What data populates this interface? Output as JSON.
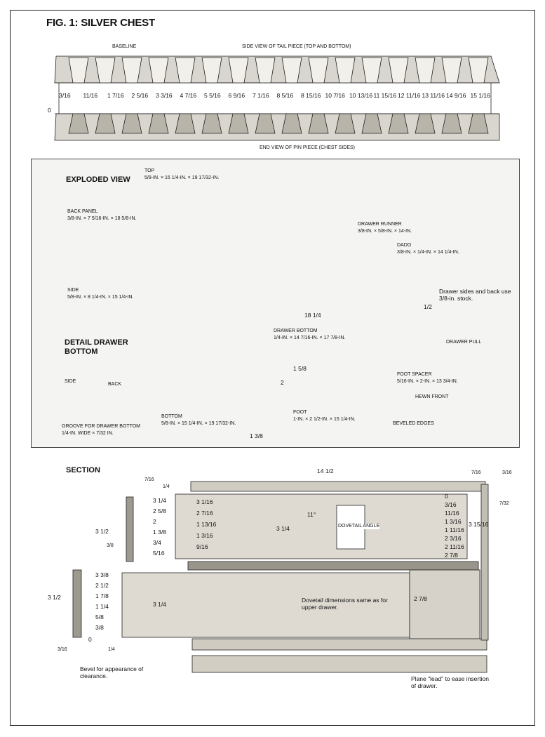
{
  "figure_title": "FIG. 1: SILVER CHEST",
  "tail_view": {
    "caption_top": "SIDE VIEW OF TAIL PIECE (TOP AND BOTTOM)",
    "caption_bottom": "END VIEW OF PIN PIECE (CHEST SIDES)",
    "baseline_label": "BASELINE",
    "zero_label": "0",
    "ticks": [
      "3/16",
      "11/16",
      "1 7/16",
      "2 5/16",
      "3 3/16",
      "4 7/16",
      "5 5/16",
      "6 9/16",
      "7 1/16",
      "8 5/16",
      "8 15/16",
      "10 7/16",
      "10 13/16",
      "11 15/16",
      "12 11/16",
      "13 11/16",
      "14 9/16",
      "15 1/16"
    ]
  },
  "exploded": {
    "heading": "EXPLODED VIEW",
    "top_label": "TOP",
    "top_dims": "5/8-IN. × 15 1/4-IN. × 19 17/32-IN.",
    "back_label": "BACK PANEL",
    "back_dims": "3/8-IN. × 7 5/16-IN. × 18 5/8-IN.",
    "side_label": "SIDE",
    "side_dims": "5/8-IN. × 8 1/4-IN. × 15 1/4-IN.",
    "runner_label": "DRAWER RUNNER",
    "runner_dims": "3/8-IN. × 5/8-IN. × 14-IN.",
    "dado_label": "DADO",
    "dado_dims": "3/8-IN. × 1/4-IN. × 14 1/4-IN.",
    "drawer_note": "Drawer sides and back use 3/8-in. stock.",
    "half": "1/2",
    "drawer_width": "18 1/4",
    "drawer_bottom_label": "DRAWER BOTTOM",
    "drawer_bottom_dims": "1/4-IN. × 14 7/16-IN. × 17 7/8-IN.",
    "drawer_pull_label": "DRAWER PULL",
    "detail_heading_1": "DETAIL DRAWER",
    "detail_heading_2": "BOTTOM",
    "detail_side": "SIDE",
    "detail_back": "BACK",
    "groove_label": "GROOVE FOR DRAWER BOTTOM",
    "groove_dims": "1/4-IN. WIDE × 7/32 IN.",
    "dim_1_5_8": "1 5/8",
    "dim_2": "2",
    "foot_spacer_label": "FOOT SPACER",
    "foot_spacer_dims": "5/16-IN. × 2-IN. × 13 3/4-IN.",
    "hewn_front": "HEWN FRONT",
    "bottom_label": "BOTTOM",
    "bottom_dims": "5/8-IN. × 15 1/4-IN. × 19 17/32-IN.",
    "foot_label": "FOOT",
    "foot_dims": "1-IN. × 2 1/2-IN. × 15 1/4-IN.",
    "beveled_edges": "BEVELED EDGES",
    "dim_1_3_8": "1 3/8"
  },
  "section": {
    "heading": "SECTION",
    "overall_width": "14 1/2",
    "top_7_16": "7/16",
    "right_7_16": "7/16",
    "right_3_16": "3/16",
    "right_7_32": "7/32",
    "left_1_4": "1/4",
    "upper_left_dims": [
      "3 1/4",
      "2 5/8",
      "2",
      "1 3/8",
      "3/4",
      "5/16"
    ],
    "upper_height": "3 1/2",
    "upper_3_8": "3/8",
    "upper_inner": [
      "3 1/16",
      "2 7/16",
      "1 13/16",
      "1 3/16",
      "9/16"
    ],
    "upper_mid": "3 1/4",
    "angle": "11°",
    "dovetail_angle": "DOVETAIL ANGLE",
    "upper_right": [
      "0",
      "3/16",
      "11/16",
      "1 3/16",
      "1 11/16",
      "2 3/16",
      "2 11/16",
      "2 7/8"
    ],
    "upper_right_height": "3 15/16",
    "lower_left_dims": [
      "3 3/8",
      "2 1/2",
      "1 7/8",
      "1 1/4",
      "5/8",
      "3/8"
    ],
    "lower_height": "3 1/2",
    "lower_zero": "0",
    "lower_3_16": "3/16",
    "lower_1_4": "1/4",
    "lower_mid": "3 1/4",
    "dovetail_note": "Dovetail dimensions same as for upper drawer.",
    "lower_right": "2 7/8",
    "bevel_note": "Bevel for appearance of clearance.",
    "plane_note": "Plane \"lead\" to ease insertion of drawer."
  },
  "colors": {
    "ink": "#111111",
    "wood": "#d8d4cb",
    "wood_dark": "#8a857b",
    "panel": "#f4f4f2"
  }
}
